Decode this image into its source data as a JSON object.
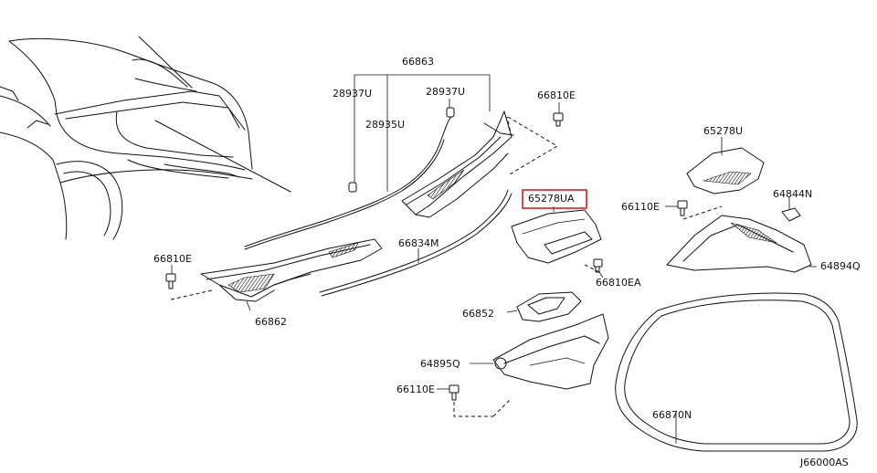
{
  "labels": {
    "p66863": "66863",
    "p28937U_left": "28937U",
    "p28937U_right": "28937U",
    "p28935U": "28935U",
    "p66810E_top": "66810E",
    "p65278U": "65278U",
    "p65278UA": "65278UA",
    "p66110E_top": "66110E",
    "p64844N": "64844N",
    "p66834M": "66834M",
    "p66810E_left": "66810E",
    "p64894Q": "64894Q",
    "p66810EA": "66810EA",
    "p66852": "66852",
    "p66862": "66862",
    "p64895Q": "64895Q",
    "p66110E_bottom": "66110E",
    "p66870N": "66870N",
    "diagram_code": "J66000AS"
  },
  "highlight": {
    "part": "65278UA",
    "color": "#d0202a"
  }
}
